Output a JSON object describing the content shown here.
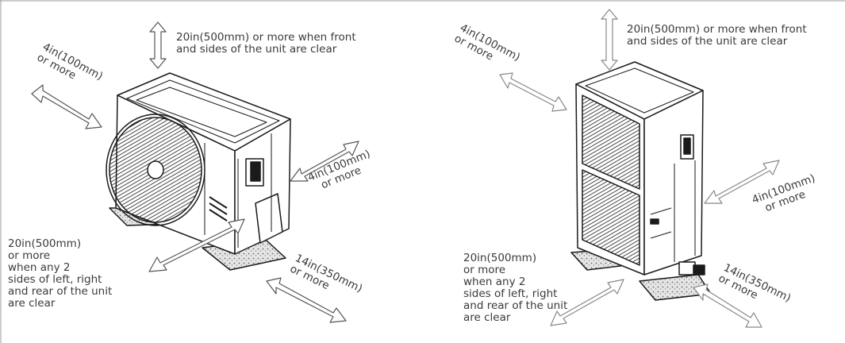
{
  "diagram": {
    "left_unit": {
      "top_clearance": [
        "20in(500mm) or more when front",
        "and sides of the unit are clear"
      ],
      "left_clearance": [
        "4in(100mm)",
        "or more"
      ],
      "right_clearance": [
        "4in(100mm)",
        "or more"
      ],
      "rear_clearance": [
        "20in(500mm)",
        "or more",
        "when any 2",
        "sides of left, right",
        "and rear of the unit",
        "are clear"
      ],
      "front_clearance": [
        "14in(350mm)",
        "or more"
      ]
    },
    "right_unit": {
      "top_clearance": [
        "20in(500mm) or more when front",
        "and sides of the unit are clear"
      ],
      "left_clearance": [
        "4in(100mm)",
        "or more"
      ],
      "right_clearance": [
        "4in(100mm)",
        "or more"
      ],
      "rear_clearance": [
        "20in(500mm)",
        "or more",
        "when any 2",
        "sides of left, right",
        "and rear of the unit",
        "are clear"
      ],
      "front_clearance": [
        "14in(350mm)",
        "or more"
      ]
    }
  }
}
